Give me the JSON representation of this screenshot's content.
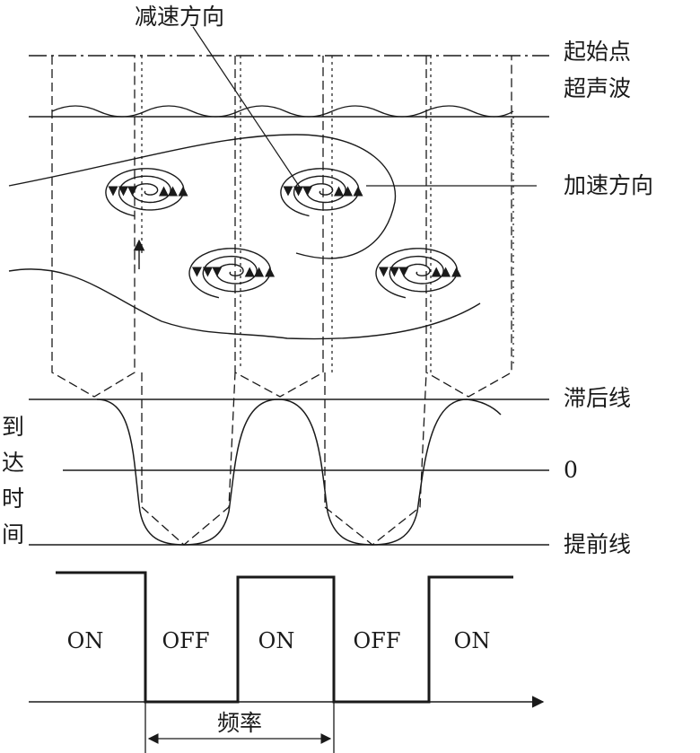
{
  "labels": {
    "decel": "减速方向",
    "start": "起始点",
    "ultrasonic": "超声波",
    "accel": "加速方向",
    "lag": "滞后线",
    "zero": "0",
    "lead": "提前线",
    "arrival": [
      "到",
      "达",
      "时",
      "间"
    ],
    "freq": "频率"
  },
  "pulses": [
    "ON",
    "OFF",
    "ON",
    "OFF",
    "ON"
  ]
}
